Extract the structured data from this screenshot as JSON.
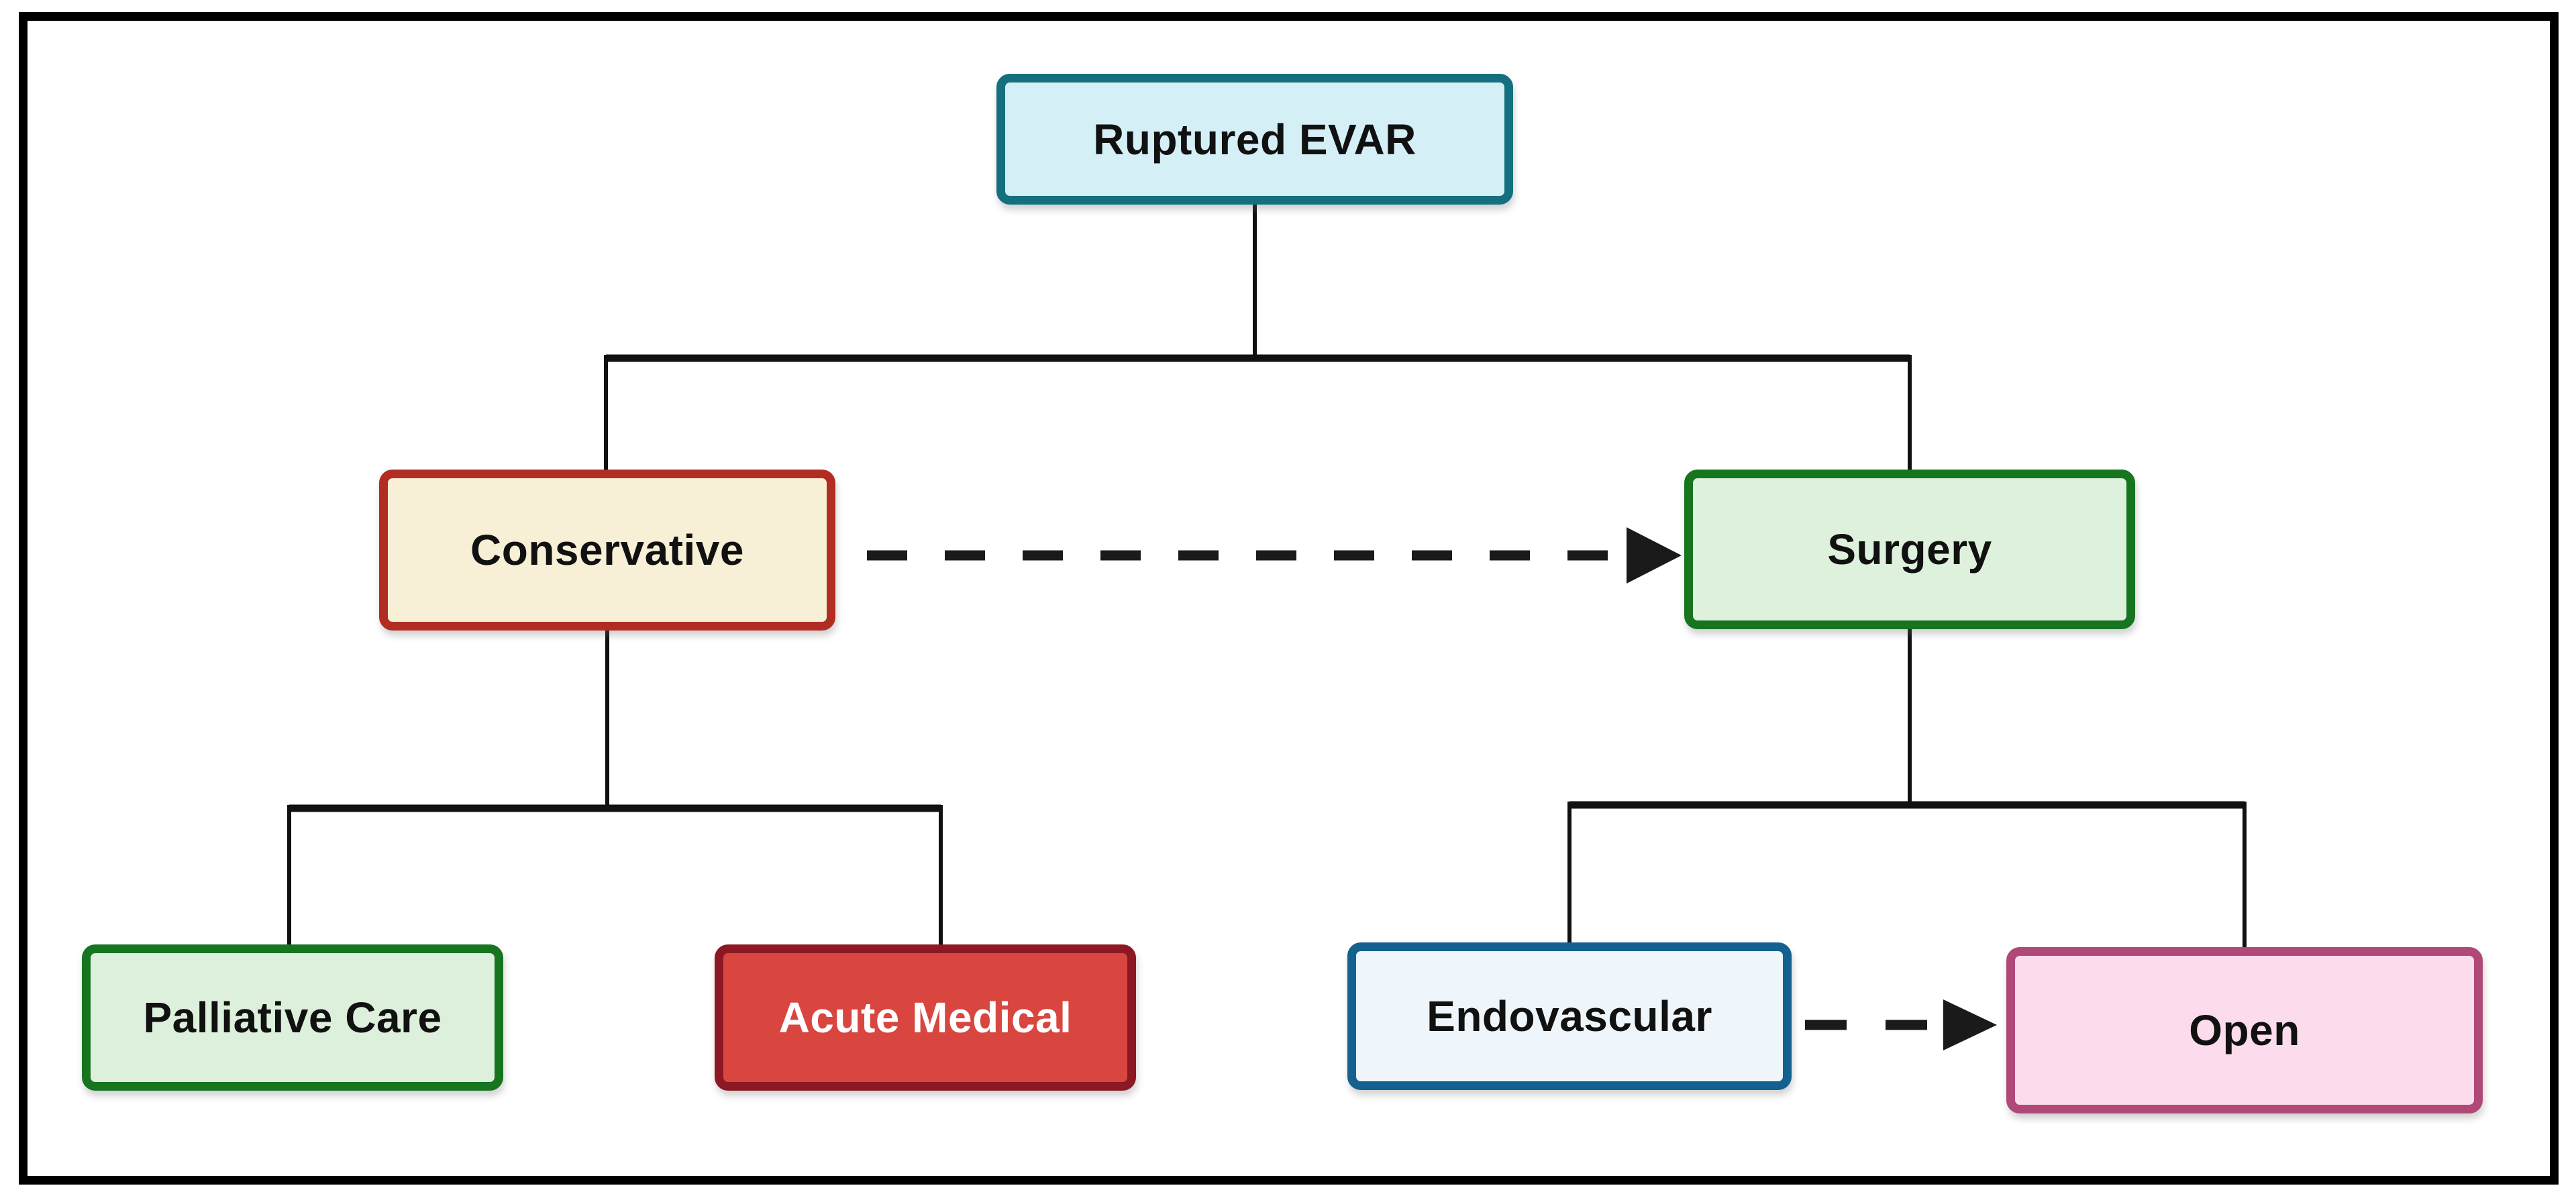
{
  "diagram": {
    "type": "flowchart",
    "background_color": "#ffffff",
    "frame_color": "#000000",
    "connector_color": "#111111",
    "nodes": {
      "ruptured_evar": {
        "label": "Ruptured EVAR",
        "fill": "#d5eff6",
        "border": "#14707f",
        "text_color": "#111111"
      },
      "conservative": {
        "label": "Conservative",
        "fill": "#f7f0d6",
        "border": "#b12d24",
        "text_color": "#111111"
      },
      "surgery": {
        "label": "Surgery",
        "fill": "#def1dc",
        "border": "#17741f",
        "text_color": "#111111"
      },
      "palliative_care name": {
        "label": "",
        "fill": "",
        "border": "",
        "text_color": ""
      },
      "palliative_care": {
        "label": "Palliative Care",
        "fill": "#ddf0dc",
        "border": "#17741f",
        "text_color": "#111111"
      },
      "acute_medical": {
        "label": "Acute Medical",
        "fill": "#d9463f",
        "border": "#8c1823",
        "text_color": "#ffffff"
      },
      "endovascular": {
        "label": "Endovascular",
        "fill": "#eef6fb",
        "border": "#14608f",
        "text_color": "#111111"
      },
      "open": {
        "label": "Open",
        "fill": "#fcdcec",
        "border": "#b04878",
        "text_color": "#111111"
      }
    },
    "edges": [
      {
        "from": "ruptured_evar",
        "to": "conservative",
        "style": "solid"
      },
      {
        "from": "ruptured_evar",
        "to": "surgery",
        "style": "solid"
      },
      {
        "from": "conservative",
        "to": "surgery",
        "style": "dashed-arrow"
      },
      {
        "from": "conservative",
        "to": "palliative_care",
        "style": "solid"
      },
      {
        "from": "conservative",
        "to": "acute_medical",
        "style": "solid"
      },
      {
        "from": "surgery",
        "to": "endovascular",
        "style": "solid"
      },
      {
        "from": "surgery",
        "to": "open",
        "style": "solid"
      },
      {
        "from": "endovascular",
        "to": "open",
        "style": "dashed-arrow"
      }
    ]
  }
}
